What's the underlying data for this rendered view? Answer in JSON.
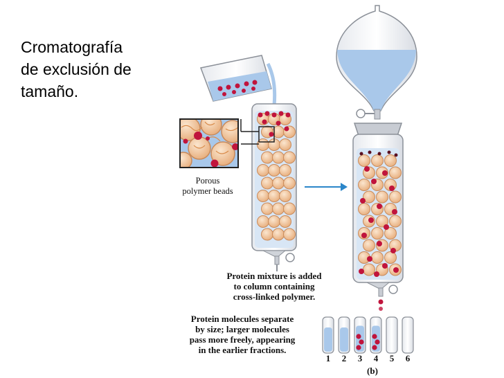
{
  "title_lines": [
    "Cromatografía",
    "de exclusión de",
    "tamaño."
  ],
  "labels": {
    "beads": [
      "Porous",
      "polymer beads"
    ],
    "mixture": [
      "Protein mixture is added",
      "to column containing",
      "cross-linked polymer."
    ],
    "separate": [
      "Protein molecules separate",
      "by size;  larger molecules",
      "pass more freely, appearing",
      "in the earlier fractions."
    ],
    "part": "(b)"
  },
  "fractions": [
    "1",
    "2",
    "3",
    "4",
    "5",
    "6"
  ],
  "colors": {
    "bead": "#f2c9a0",
    "bead_edge": "#c98a5a",
    "protein": "#c0143c",
    "solution": "#a9c8ea",
    "arrow": "#2b86c9",
    "glass": "#9aa0a8"
  }
}
